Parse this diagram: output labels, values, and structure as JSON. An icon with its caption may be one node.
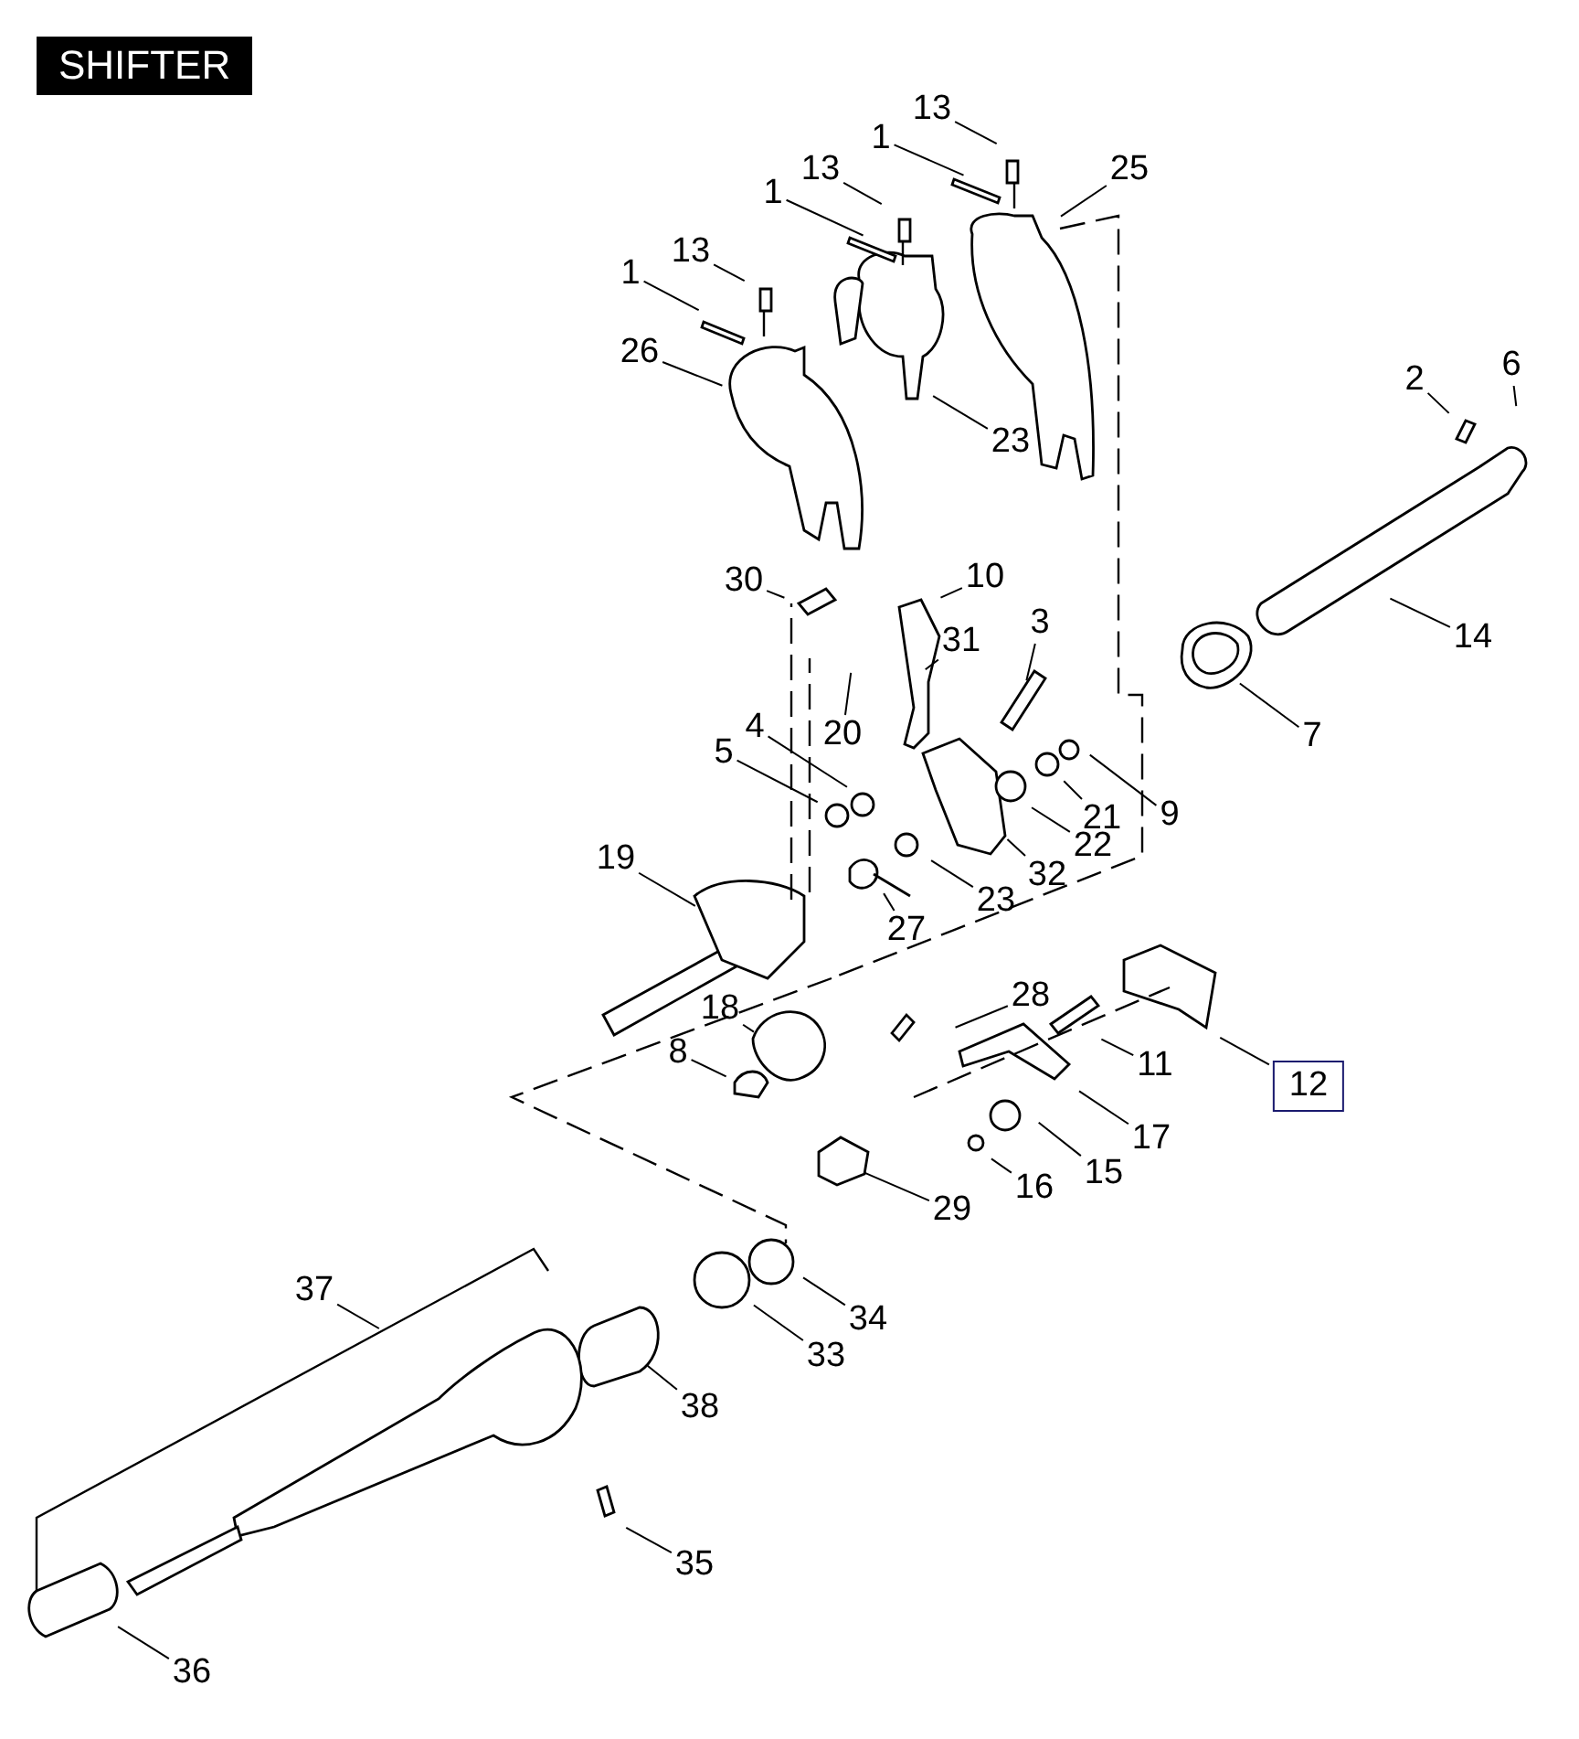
{
  "diagram": {
    "title": "SHIFTER",
    "nodes": [
      {
        "text": [
          "13"
        ]
      },
      {
        "text": [
          "1"
        ]
      },
      {
        "text": [
          "25"
        ]
      },
      {
        "text": [
          "13"
        ]
      },
      {
        "text": [
          "1"
        ]
      },
      {
        "text": [
          "13"
        ]
      },
      {
        "text": [
          "1"
        ]
      },
      {
        "text": [
          "26"
        ]
      },
      {
        "text": [
          "23"
        ]
      },
      {
        "text": [
          "2"
        ]
      },
      {
        "text": [
          "6"
        ]
      },
      {
        "text": [
          "14"
        ]
      },
      {
        "text": [
          "7"
        ]
      },
      {
        "text": [
          "30"
        ]
      },
      {
        "text": [
          "10"
        ]
      },
      {
        "text": [
          "31"
        ]
      },
      {
        "text": [
          "3"
        ]
      },
      {
        "text": [
          "20"
        ]
      },
      {
        "text": [
          "4"
        ]
      },
      {
        "text": [
          "5"
        ]
      },
      {
        "text": [
          "21"
        ]
      },
      {
        "text": [
          "9"
        ]
      },
      {
        "text": [
          "22"
        ]
      },
      {
        "text": [
          "23"
        ]
      },
      {
        "text": [
          "32"
        ]
      },
      {
        "text": [
          "27"
        ]
      },
      {
        "text": [
          "19"
        ]
      },
      {
        "text": [
          "28"
        ]
      },
      {
        "text": [
          "11"
        ]
      },
      {
        "text": [
          "12"
        ]
      },
      {
        "text": [
          "18"
        ]
      },
      {
        "text": [
          "8"
        ]
      },
      {
        "text": [
          "17"
        ]
      },
      {
        "text": [
          "15"
        ]
      },
      {
        "text": [
          "16"
        ]
      },
      {
        "text": [
          "29"
        ]
      },
      {
        "text": [
          "37"
        ]
      },
      {
        "text": [
          "34"
        ]
      },
      {
        "text": [
          "33"
        ]
      },
      {
        "text": [
          "38"
        ]
      },
      {
        "text": [
          "35"
        ]
      },
      {
        "text": [
          "36"
        ]
      }
    ],
    "edges": [
      {
        "from": 0,
        "to": null,
        "arrow": "none"
      },
      {
        "from": 1,
        "to": null,
        "arrow": "none"
      },
      {
        "from": 2,
        "to": null,
        "arrow": "none"
      },
      {
        "from": 3,
        "to": null,
        "arrow": "none"
      },
      {
        "from": 4,
        "to": null,
        "arrow": "none"
      },
      {
        "from": 5,
        "to": null,
        "arrow": "none"
      },
      {
        "from": 6,
        "to": null,
        "arrow": "none"
      },
      {
        "from": 7,
        "to": null,
        "arrow": "none"
      },
      {
        "from": 8,
        "to": null,
        "arrow": "none"
      },
      {
        "from": 9,
        "to": null,
        "arrow": "none"
      },
      {
        "from": 10,
        "to": null,
        "arrow": "none"
      },
      {
        "from": 11,
        "to": null,
        "arrow": "none"
      },
      {
        "from": 12,
        "to": null,
        "arrow": "none"
      },
      {
        "from": 13,
        "to": null,
        "arrow": "none"
      },
      {
        "from": 14,
        "to": null,
        "arrow": "none"
      },
      {
        "from": 15,
        "to": null,
        "arrow": "none"
      },
      {
        "from": 16,
        "to": null,
        "arrow": "none"
      },
      {
        "from": 17,
        "to": null,
        "arrow": "none"
      },
      {
        "from": 18,
        "to": null,
        "arrow": "none"
      },
      {
        "from": 19,
        "to": null,
        "arrow": "none"
      },
      {
        "from": 20,
        "to": null,
        "arrow": "none"
      },
      {
        "from": 21,
        "to": null,
        "arrow": "none"
      },
      {
        "from": 22,
        "to": null,
        "arrow": "none"
      },
      {
        "from": 23,
        "to": null,
        "arrow": "none"
      },
      {
        "from": 24,
        "to": null,
        "arrow": "none"
      },
      {
        "from": 25,
        "to": null,
        "arrow": "none"
      },
      {
        "from": 26,
        "to": null,
        "arrow": "none"
      },
      {
        "from": 27,
        "to": null,
        "arrow": "none"
      },
      {
        "from": 28,
        "to": null,
        "arrow": "none"
      },
      {
        "from": 29,
        "to": null,
        "arrow": "none"
      },
      {
        "from": 30,
        "to": null,
        "arrow": "none"
      },
      {
        "from": 31,
        "to": null,
        "arrow": "none"
      },
      {
        "from": 32,
        "to": null,
        "arrow": "none"
      },
      {
        "from": 33,
        "to": null,
        "arrow": "none"
      },
      {
        "from": 34,
        "to": null,
        "arrow": "none"
      },
      {
        "from": 35,
        "to": null,
        "arrow": "none"
      },
      {
        "from": 36,
        "to": null,
        "arrow": "none"
      },
      {
        "from": 37,
        "to": null,
        "arrow": "none"
      },
      {
        "from": 38,
        "to": null,
        "arrow": "none"
      },
      {
        "from": 39,
        "to": null,
        "arrow": "none"
      },
      {
        "from": 40,
        "to": null,
        "arrow": "none"
      },
      {
        "from": 41,
        "to": null,
        "arrow": "none"
      }
    ]
  }
}
